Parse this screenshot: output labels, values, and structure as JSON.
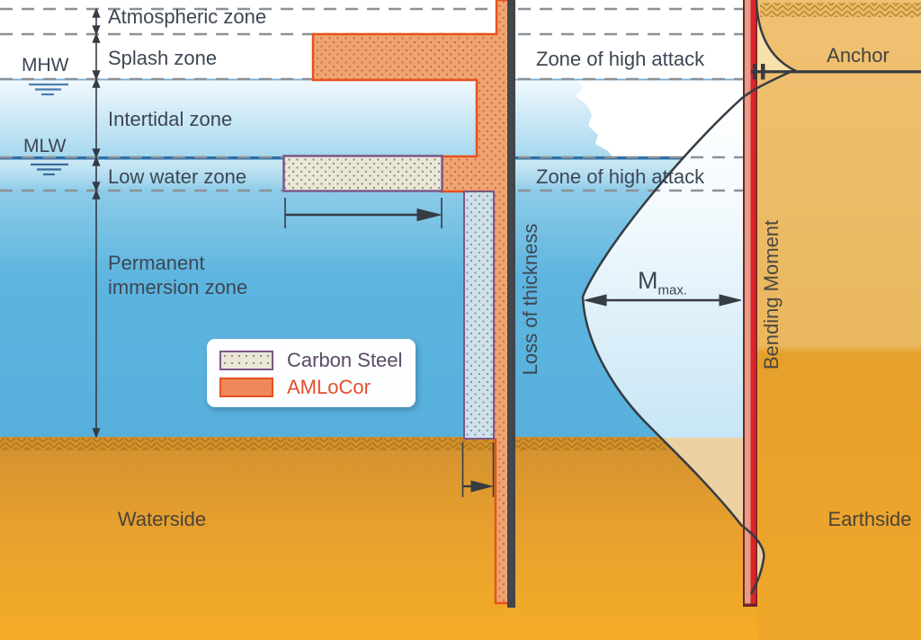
{
  "zones": {
    "atmospheric": "Atmospheric zone",
    "splash": "Splash zone",
    "intertidal": "Intertidal zone",
    "low_water": "Low water zone",
    "permanent_line1": "Permanent",
    "permanent_line2": "immersion zone"
  },
  "water_marks": {
    "mhw": "MHW",
    "mlw": "MLW"
  },
  "attack": {
    "upper": "Zone of high attack",
    "lower": "Zone of high attack"
  },
  "axis": {
    "loss_of_thickness": "Loss of thickness",
    "bending_moment": "Bending Moment"
  },
  "anchor": {
    "label": "Anchor"
  },
  "moment": {
    "symbol": "M",
    "subscript": "max."
  },
  "sides": {
    "waterside": "Waterside",
    "earthside": "Earthside"
  },
  "legend": {
    "carbon_steel": "Carbon Steel",
    "amlocor": "AMLoCor"
  },
  "colors": {
    "amlocor_fill": "#efa471",
    "amlocor_outline": "#e8511d",
    "carbon_fill": "#eae7d8",
    "carbon_outline": "#7b5788",
    "water_deep": "#57b0dc",
    "mlw_line": "#2d6fa9",
    "sand": "#e8a53c",
    "pile_red": "#da2428",
    "wall_gray": "#42464b",
    "line_dark": "#363b44",
    "dash_gray": "#8b9196"
  }
}
